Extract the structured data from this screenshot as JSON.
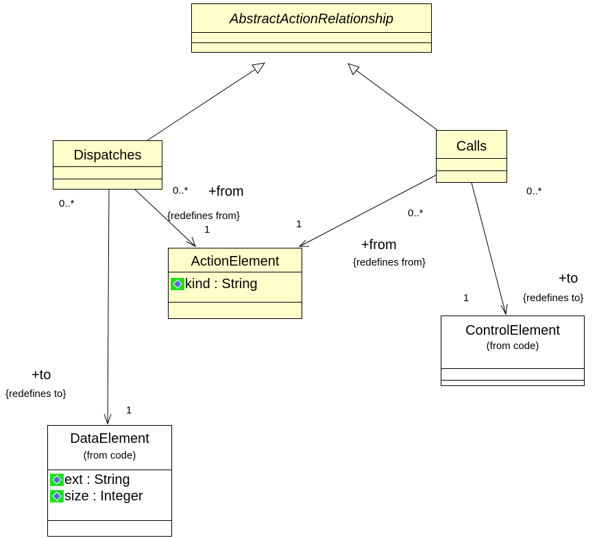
{
  "classes": {
    "abstract": {
      "name": "AbstractActionRelationship"
    },
    "dispatches": {
      "name": "Dispatches"
    },
    "calls": {
      "name": "Calls"
    },
    "action_element": {
      "name": "ActionElement",
      "attributes": [
        "kind : String"
      ]
    },
    "control_element": {
      "name": "ControlElement",
      "from": "(from code)"
    },
    "data_element": {
      "name": "DataElement",
      "from": "(from code)",
      "attributes": [
        "ext : String",
        "size : Integer"
      ]
    }
  },
  "labels": {
    "disp_data_src_mult": "0..*",
    "disp_action_src_mult": "0..*",
    "disp_action_role": "+from",
    "disp_action_constraint": "{redefines from}",
    "disp_action_target_mult": "1",
    "calls_action_src_mult": "0..*",
    "calls_action_target_mult": "1",
    "calls_action_role": "+from",
    "calls_action_constraint": "{redefines from}",
    "calls_control_src_mult": "0..*",
    "calls_control_role": "+to",
    "calls_control_constraint": "{redefines to}",
    "calls_control_target_mult": "1",
    "disp_data_role": "+to",
    "disp_data_constraint": "{redefines to}",
    "disp_data_target_mult": "1"
  },
  "icons": {
    "attribute": "attribute-diamond-icon"
  },
  "colors": {
    "class_fill": "#ffffcc",
    "attribute_icon_bg": "#22dd22",
    "attribute_icon_diamond": "#4a6fd8"
  }
}
